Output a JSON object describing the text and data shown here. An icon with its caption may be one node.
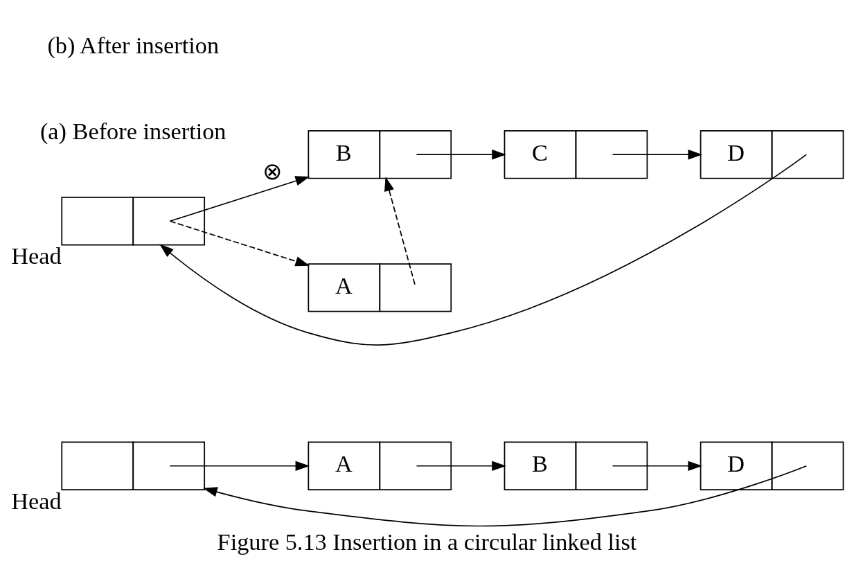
{
  "diagram": {
    "caption": "Figure 5.13 Insertion in a circular linked list",
    "nodes": [
      {
        "text": [],
        "shape": "box",
        "beside": [
          "Head"
        ]
      },
      {
        "text": [
          "A"
        ]
      },
      {
        "text": [
          "B"
        ]
      },
      {
        "text": [
          "D"
        ]
      },
      {
        "text": [],
        "shape": "box",
        "beside": [
          "Head"
        ]
      },
      {
        "text": [
          "B"
        ]
      },
      {
        "text": [
          "C"
        ]
      },
      {
        "text": [
          "D"
        ]
      },
      {
        "text": [
          "A"
        ]
      }
    ],
    "edges": [
      {
        "from": 0,
        "to": 1,
        "arrow": "to"
      },
      {
        "from": 1,
        "to": 2,
        "arrow": "to"
      },
      {
        "from": 2,
        "to": 3,
        "arrow": "to"
      },
      {
        "from": 3,
        "to": 0,
        "arrow": "to"
      },
      {
        "from": 4,
        "to": 5,
        "arrow": "to",
        "label": "⊗"
      },
      {
        "from": 5,
        "to": 6,
        "arrow": "to"
      },
      {
        "from": 6,
        "to": 7,
        "arrow": "to"
      },
      {
        "from": 7,
        "to": 4,
        "arrow": "to"
      },
      {
        "from": 4,
        "to": 8,
        "arrow": "to",
        "style": "dashed"
      },
      {
        "from": 8,
        "to": 5,
        "arrow": "to",
        "style": "dashed"
      }
    ],
    "labels": [
      "(a) Before insertion",
      "(b) After insertion"
    ]
  }
}
